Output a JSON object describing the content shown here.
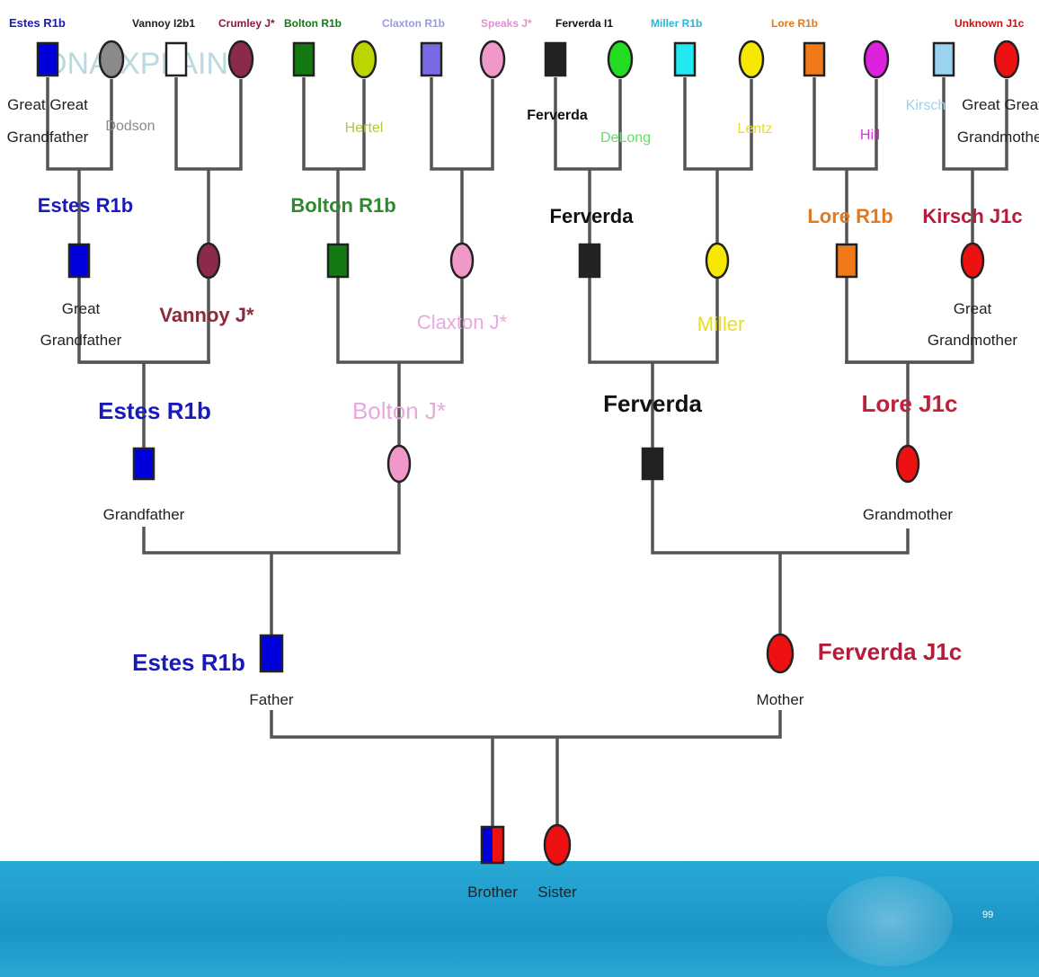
{
  "slide": {
    "page_number": "99"
  },
  "colors": {
    "line": "#555555",
    "outline": "#222222",
    "band": "#1b95c6"
  },
  "watermark": {
    "text": "DNA-XPLAIN"
  },
  "top_row_headers": [
    {
      "id": "h-estes",
      "text": "Estes R1b",
      "color": "#1a1ab8"
    },
    {
      "id": "h-vannoy",
      "text": "Vannoy I2b1",
      "color": "#222222"
    },
    {
      "id": "h-crumley",
      "text": "Crumley J*",
      "color": "#8b1a3a"
    },
    {
      "id": "h-bolton",
      "text": "Bolton R1b",
      "color": "#137a13"
    },
    {
      "id": "h-claxton",
      "text": "Claxton R1b",
      "color": "#9a9ae0"
    },
    {
      "id": "h-speaks",
      "text": "Speaks J*",
      "color": "#e28fd0"
    },
    {
      "id": "h-ferverda",
      "text": "Ferverda I1",
      "color": "#111111"
    },
    {
      "id": "h-miller",
      "text": "Miller R1b",
      "color": "#2ab6d6"
    },
    {
      "id": "h-lore",
      "text": "Lore R1b",
      "color": "#e07a20"
    },
    {
      "id": "h-unknown",
      "text": "Unknown J1c",
      "color": "#cc1111"
    }
  ],
  "gen1": [
    {
      "id": "ggf-estes",
      "shape": "square",
      "fill": "#0000dd"
    },
    {
      "id": "ggm-dodson",
      "shape": "circle",
      "fill": "#8a8a8a",
      "label": "Dodson",
      "label_color": "#8a8a8a"
    },
    {
      "id": "ggf-vannoy",
      "shape": "square",
      "fill": "#ffffff"
    },
    {
      "id": "ggm-crumley",
      "shape": "circle",
      "fill": "#8b2a4a"
    },
    {
      "id": "ggf-bolton",
      "shape": "square",
      "fill": "#137a13"
    },
    {
      "id": "ggm-hertel",
      "shape": "circle",
      "fill": "#bcd400",
      "label": "Hertel",
      "label_color": "#aacc33"
    },
    {
      "id": "ggf-claxton",
      "shape": "square",
      "fill": "#7a6ae6"
    },
    {
      "id": "ggm-speaks",
      "shape": "circle",
      "fill": "#f099c8"
    },
    {
      "id": "ggf-ferverda",
      "shape": "square",
      "fill": "#222222"
    },
    {
      "id": "ggm-delong",
      "shape": "circle",
      "fill": "#22dd22",
      "label": "DeLong",
      "label_color": "#66dd66"
    },
    {
      "id": "ggf-miller",
      "shape": "square",
      "fill": "#22e8f0"
    },
    {
      "id": "ggm-lentz",
      "shape": "circle",
      "fill": "#f6e800",
      "label": "Lentz",
      "label_color": "#e8dc20"
    },
    {
      "id": "ggf-lore",
      "shape": "square",
      "fill": "#f07a18"
    },
    {
      "id": "ggm-hill",
      "shape": "circle",
      "fill": "#dd22dd",
      "label": "Hill",
      "label_color": "#dd33dd"
    },
    {
      "id": "ggf-kirsch",
      "shape": "square",
      "fill": "#9ad2f0",
      "label": "Kirsch",
      "label_color": "#9ad2f0"
    },
    {
      "id": "ggm-unknown",
      "shape": "circle",
      "fill": "#ee1111"
    }
  ],
  "gen1_side_labels": {
    "left": [
      "Great Great",
      "Grandfather"
    ],
    "right": [
      "Great Great",
      "Grandmother"
    ],
    "ferverda": "Ferverda"
  },
  "gen2": [
    {
      "id": "gf-estes",
      "shape": "square",
      "fill": "#0000dd",
      "label": "Estes R1b",
      "label_color": "#1a1ab8",
      "role": [
        "Great",
        "Grandfather"
      ]
    },
    {
      "id": "gm-vannoy",
      "shape": "circle",
      "fill": "#8b2a4a",
      "label": "Vannoy J*",
      "label_color": "#8b2a3a"
    },
    {
      "id": "gf-bolton",
      "shape": "square",
      "fill": "#137a13",
      "label": "Bolton R1b",
      "label_color": "#2e8a2e"
    },
    {
      "id": "gm-claxton",
      "shape": "circle",
      "fill": "#f099c8",
      "label": "Claxton J*",
      "label_color": "#e8a8e0"
    },
    {
      "id": "gf-ferverda",
      "shape": "square",
      "fill": "#222222",
      "label": "Ferverda",
      "label_color": "#111111"
    },
    {
      "id": "gm-miller",
      "shape": "circle",
      "fill": "#f6e800",
      "label": "Miller",
      "label_color": "#e8dc20"
    },
    {
      "id": "gf-lore",
      "shape": "square",
      "fill": "#f07a18",
      "label": "Lore R1b",
      "label_color": "#e07a20"
    },
    {
      "id": "gm-kirsch",
      "shape": "circle",
      "fill": "#ee1111",
      "label": "Kirsch J1c",
      "label_color": "#b41c3a",
      "role": [
        "Great",
        "Grandmother"
      ]
    }
  ],
  "gen3": [
    {
      "id": "g-estes",
      "shape": "square",
      "fill": "#0000dd",
      "label": "Estes R1b",
      "label_color": "#1a1ab8",
      "role": "Grandfather"
    },
    {
      "id": "g-bolton",
      "shape": "circle",
      "fill": "#f099c8",
      "label": "Bolton J*",
      "label_color": "#e8a8e0"
    },
    {
      "id": "g-ferverda",
      "shape": "square",
      "fill": "#222222",
      "label": "Ferverda",
      "label_color": "#111111"
    },
    {
      "id": "g-lore",
      "shape": "circle",
      "fill": "#ee1111",
      "label": "Lore J1c",
      "label_color": "#c0203a",
      "role": "Grandmother"
    }
  ],
  "gen4": [
    {
      "id": "father",
      "shape": "square",
      "fill": "#0000dd",
      "label": "Estes R1b",
      "label_color": "#1a1ab8",
      "role": "Father"
    },
    {
      "id": "mother",
      "shape": "circle",
      "fill": "#ee1111",
      "label": "Ferverda J1c",
      "label_color": "#b41c3a",
      "role": "Mother"
    }
  ],
  "gen5": [
    {
      "id": "brother",
      "shape": "square-split",
      "fill": "#0000dd",
      "fill2": "#ee1111",
      "role": "Brother"
    },
    {
      "id": "sister",
      "shape": "circle",
      "fill": "#ee1111",
      "role": "Sister"
    }
  ]
}
